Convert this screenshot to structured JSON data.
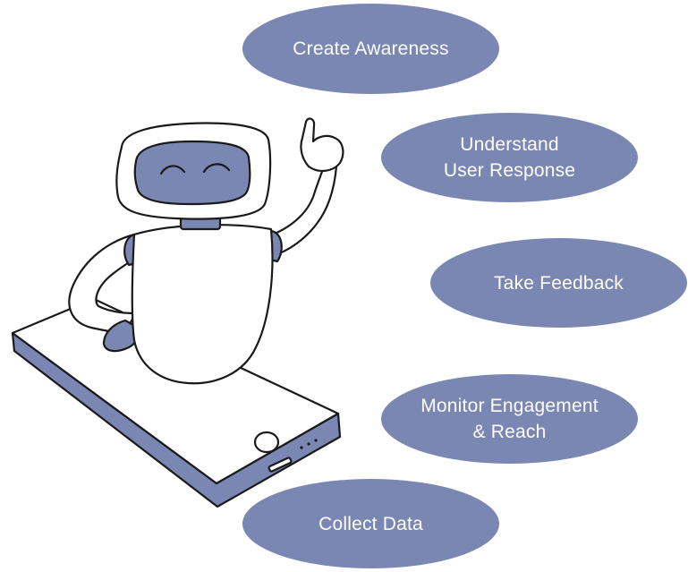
{
  "colors": {
    "bubble_fill": "#7b87b3",
    "bubble_text": "#ffffff",
    "robot_accent": "#7b87b3",
    "outline": "#1a1a1a"
  },
  "bubbles": [
    {
      "label": "Create Awareness"
    },
    {
      "label": "Understand\nUser Response"
    },
    {
      "label": "Take Feedback"
    },
    {
      "label": "Monitor Engagement\n& Reach"
    },
    {
      "label": "Collect Data"
    }
  ]
}
